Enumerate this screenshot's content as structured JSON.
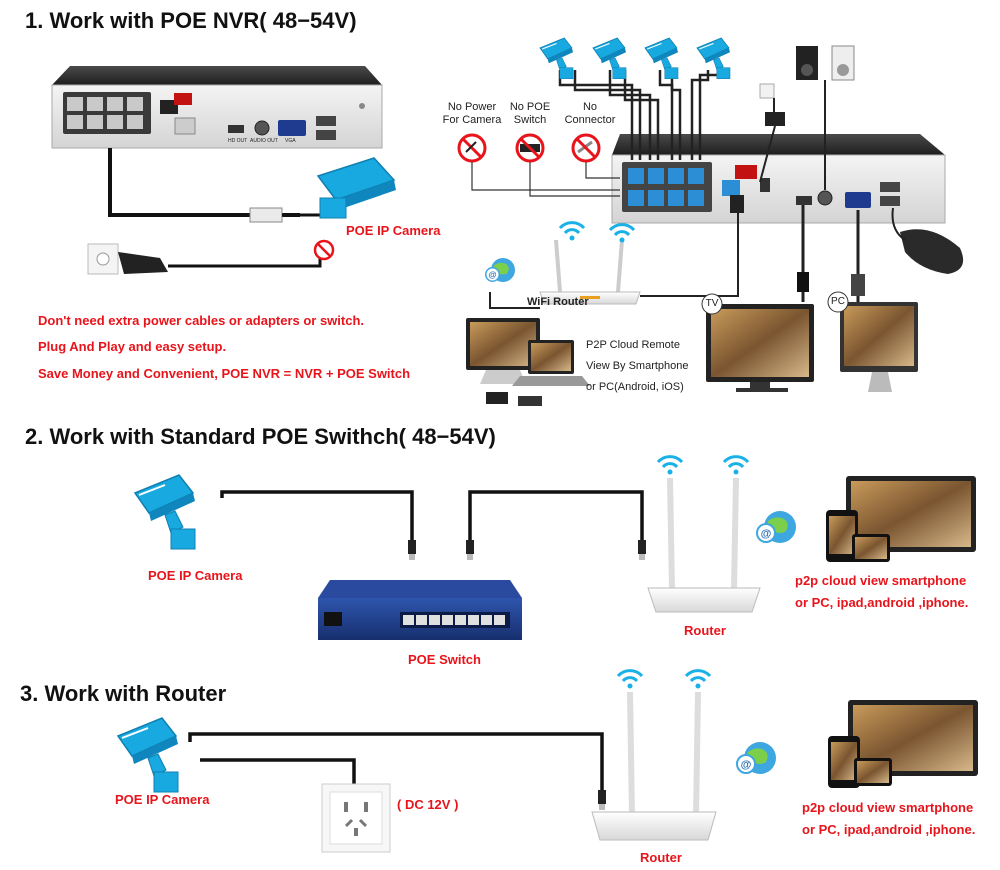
{
  "section1": {
    "title": "1. Work with POE NVR( 48−54V)",
    "poe_camera_label": "POE IP Camera",
    "benefits": [
      "Don't need extra power cables or adapters or switch.",
      "Plug And Play and easy setup.",
      "Save Money and Convenient, POE NVR = NVR + POE Switch"
    ],
    "prohibited": [
      {
        "line1": "No Power",
        "line2": "For Camera"
      },
      {
        "line1": "No POE",
        "line2": "Switch"
      },
      {
        "line1": "No",
        "line2": "Connector"
      }
    ],
    "wifi_router_label": "WiFi Router",
    "p2p_text": [
      "P2P Cloud Remote",
      "View By Smartphone",
      "or PC(Android, iOS)"
    ],
    "tv_badge": "TV",
    "pc_badge": "PC",
    "nvr_port_labels": [
      "HD OUT",
      "AUDIO OUT",
      "VGA"
    ]
  },
  "section2": {
    "title": "2. Work with Standard POE Swithch( 48−54V)",
    "poe_camera_label": "POE IP Camera",
    "poe_switch_label": "POE Switch",
    "router_label": "Router",
    "cloud_text": [
      "p2p cloud view smartphone",
      "or PC, ipad,android ,iphone."
    ]
  },
  "section3": {
    "title": "3. Work with Router",
    "poe_camera_label": "POE IP Camera",
    "dc_label": "( DC 12V )",
    "router_label": "Router",
    "cloud_text": [
      "p2p cloud view smartphone",
      "or PC, ipad,android ,iphone."
    ]
  },
  "colors": {
    "accent_red": "#e8141b",
    "camera_blue": "#19a9e1",
    "switch_blue": "#1c3d8c",
    "port_blue": "#2c8fd6"
  }
}
